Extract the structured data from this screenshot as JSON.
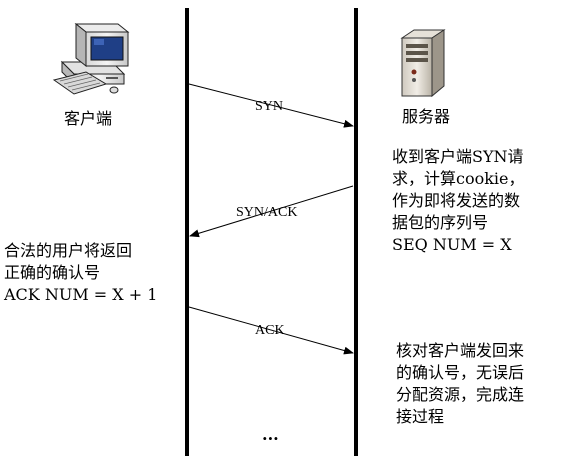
{
  "client": {
    "label": "客户端",
    "icon": "desktop-computer-icon"
  },
  "server": {
    "label": "服务器",
    "icon": "server-tower-icon"
  },
  "messages": [
    {
      "label": "SYN",
      "direction": "client-to-server"
    },
    {
      "label": "SYN/ACK",
      "direction": "server-to-client"
    },
    {
      "label": "ACK",
      "direction": "client-to-server"
    }
  ],
  "notes": {
    "server_receive_syn": [
      "收到客户端SYN请",
      "求，计算cookie，",
      "作为即将发送的数",
      "据包的序列号",
      "SEQ NUM = X"
    ],
    "client_ack": [
      "合法的用户将返回",
      "正确的确认号",
      "ACK NUM = X + 1"
    ],
    "server_verify": [
      "核对客户端发回来",
      "的确认号，无误后",
      "分配资源，完成连",
      "接过程"
    ]
  },
  "ellipsis": "..."
}
